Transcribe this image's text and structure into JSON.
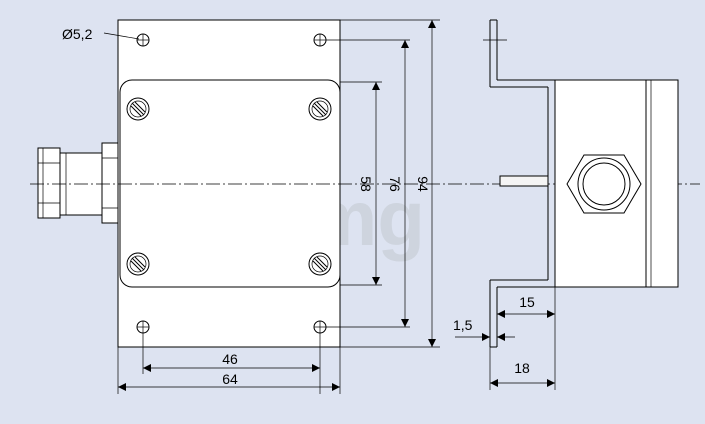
{
  "hole_label": "Ø5,2",
  "watermark": "tmg",
  "dims": {
    "d46": "46",
    "d64": "64",
    "d58": "58",
    "d76": "76",
    "d94": "94",
    "d15": "15",
    "d1_5": "1,5",
    "d18": "18"
  }
}
